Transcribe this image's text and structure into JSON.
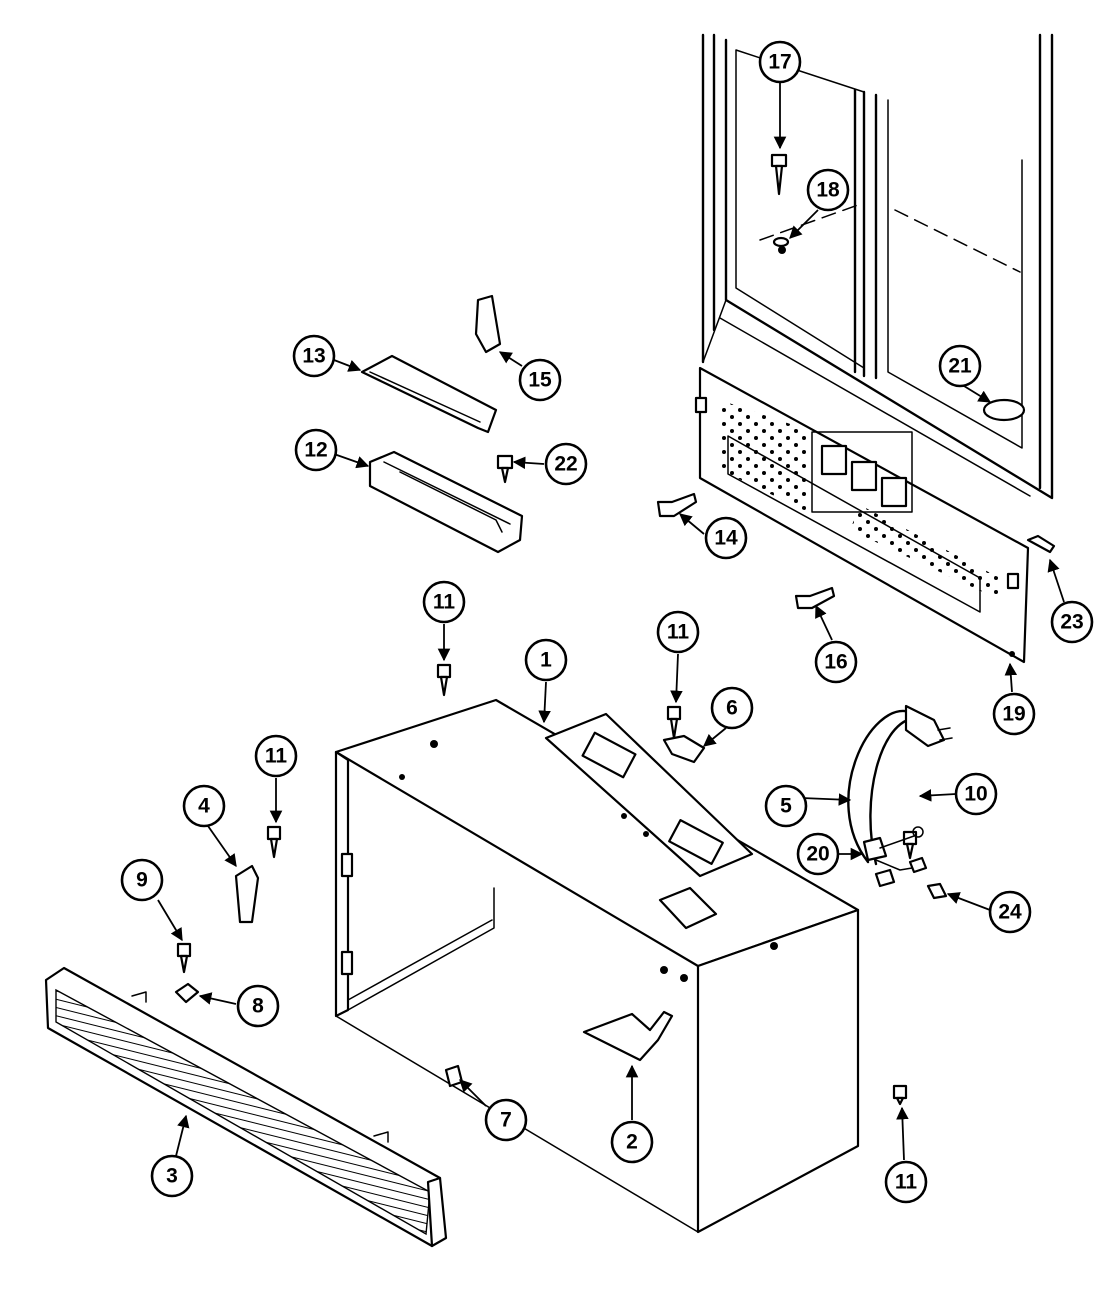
{
  "callouts": {
    "c1": "1",
    "c2": "2",
    "c3": "3",
    "c4": "4",
    "c5": "5",
    "c6": "6",
    "c7": "7",
    "c8": "8",
    "c9": "9",
    "c10": "10",
    "c11a": "11",
    "c11b": "11",
    "c11c": "11",
    "c11d": "11",
    "c12": "12",
    "c13": "13",
    "c14": "14",
    "c15": "15",
    "c16": "16",
    "c17": "17",
    "c18": "18",
    "c19": "19",
    "c20": "20",
    "c21": "21",
    "c22": "22",
    "c23": "23",
    "c24": "24"
  }
}
